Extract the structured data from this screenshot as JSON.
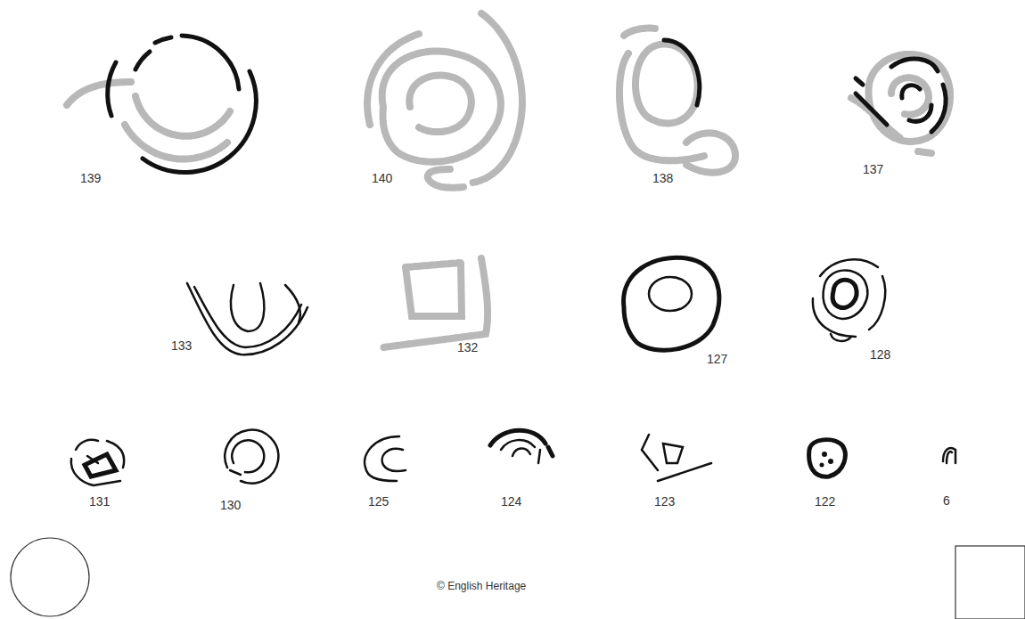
{
  "diagram": {
    "labels": [
      "139",
      "140",
      "138",
      "137",
      "133",
      "132",
      "127",
      "128",
      "131",
      "130",
      "125",
      "124",
      "123",
      "122",
      "6",
      "© English Heritage"
    ]
  }
}
